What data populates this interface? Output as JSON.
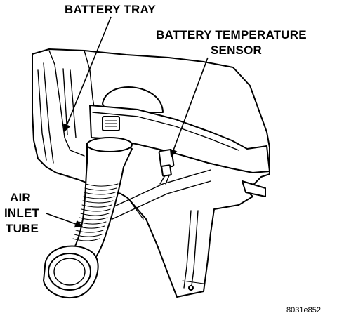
{
  "labels": {
    "battery_tray": "BATTERY TRAY",
    "battery_temperature_sensor_line1": "BATTERY TEMPERATURE",
    "battery_temperature_sensor_line2": "SENSOR",
    "air_inlet_tube_line1": "AIR",
    "air_inlet_tube_line2": "INLET",
    "air_inlet_tube_line3": "TUBE"
  },
  "figure_id": "8031e852"
}
